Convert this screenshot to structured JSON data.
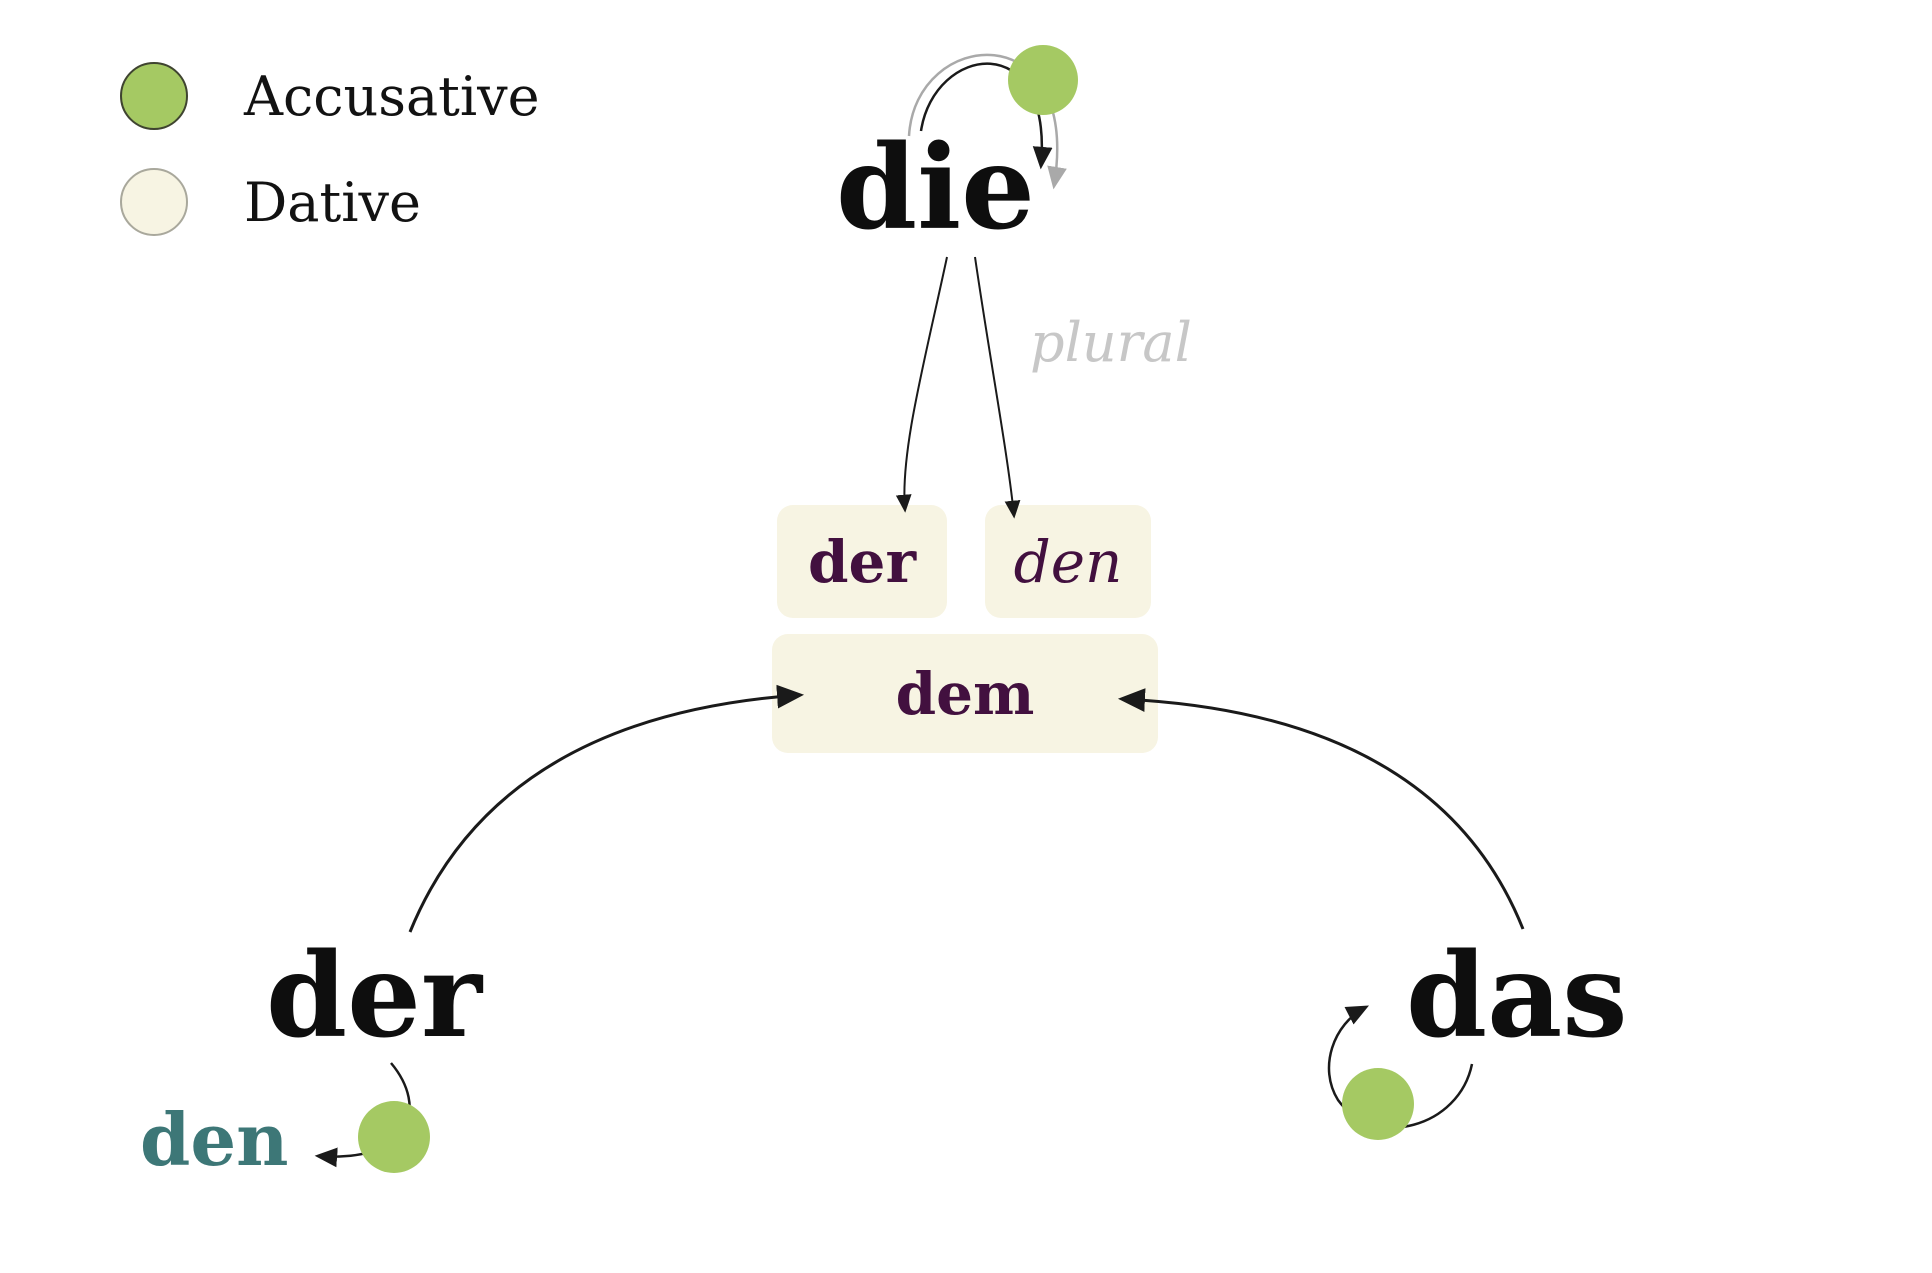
{
  "legend": {
    "items": [
      {
        "id": "accusative",
        "label": "Accusative",
        "color": "#a5c963"
      },
      {
        "id": "dative",
        "label": "Dative",
        "color": "#f7f4e3"
      }
    ]
  },
  "diagram": {
    "feminine": {
      "nominative": "die",
      "note": "plural"
    },
    "dative_forms": {
      "feminine": "der",
      "plural": "den",
      "masculine_neuter": "dem"
    },
    "masculine": {
      "nominative": "der",
      "accusative": "den"
    },
    "neuter": {
      "nominative": "das"
    }
  },
  "colors": {
    "accusative_green": "#a5c963",
    "dative_cream": "#f7f4e3",
    "box_text_purple": "#42103f",
    "accusative_teal": "#3d7777",
    "note_gray": "#c7c7c7",
    "arrow_black": "#1a1a1a",
    "arrow_gray": "#a9a9a9"
  }
}
